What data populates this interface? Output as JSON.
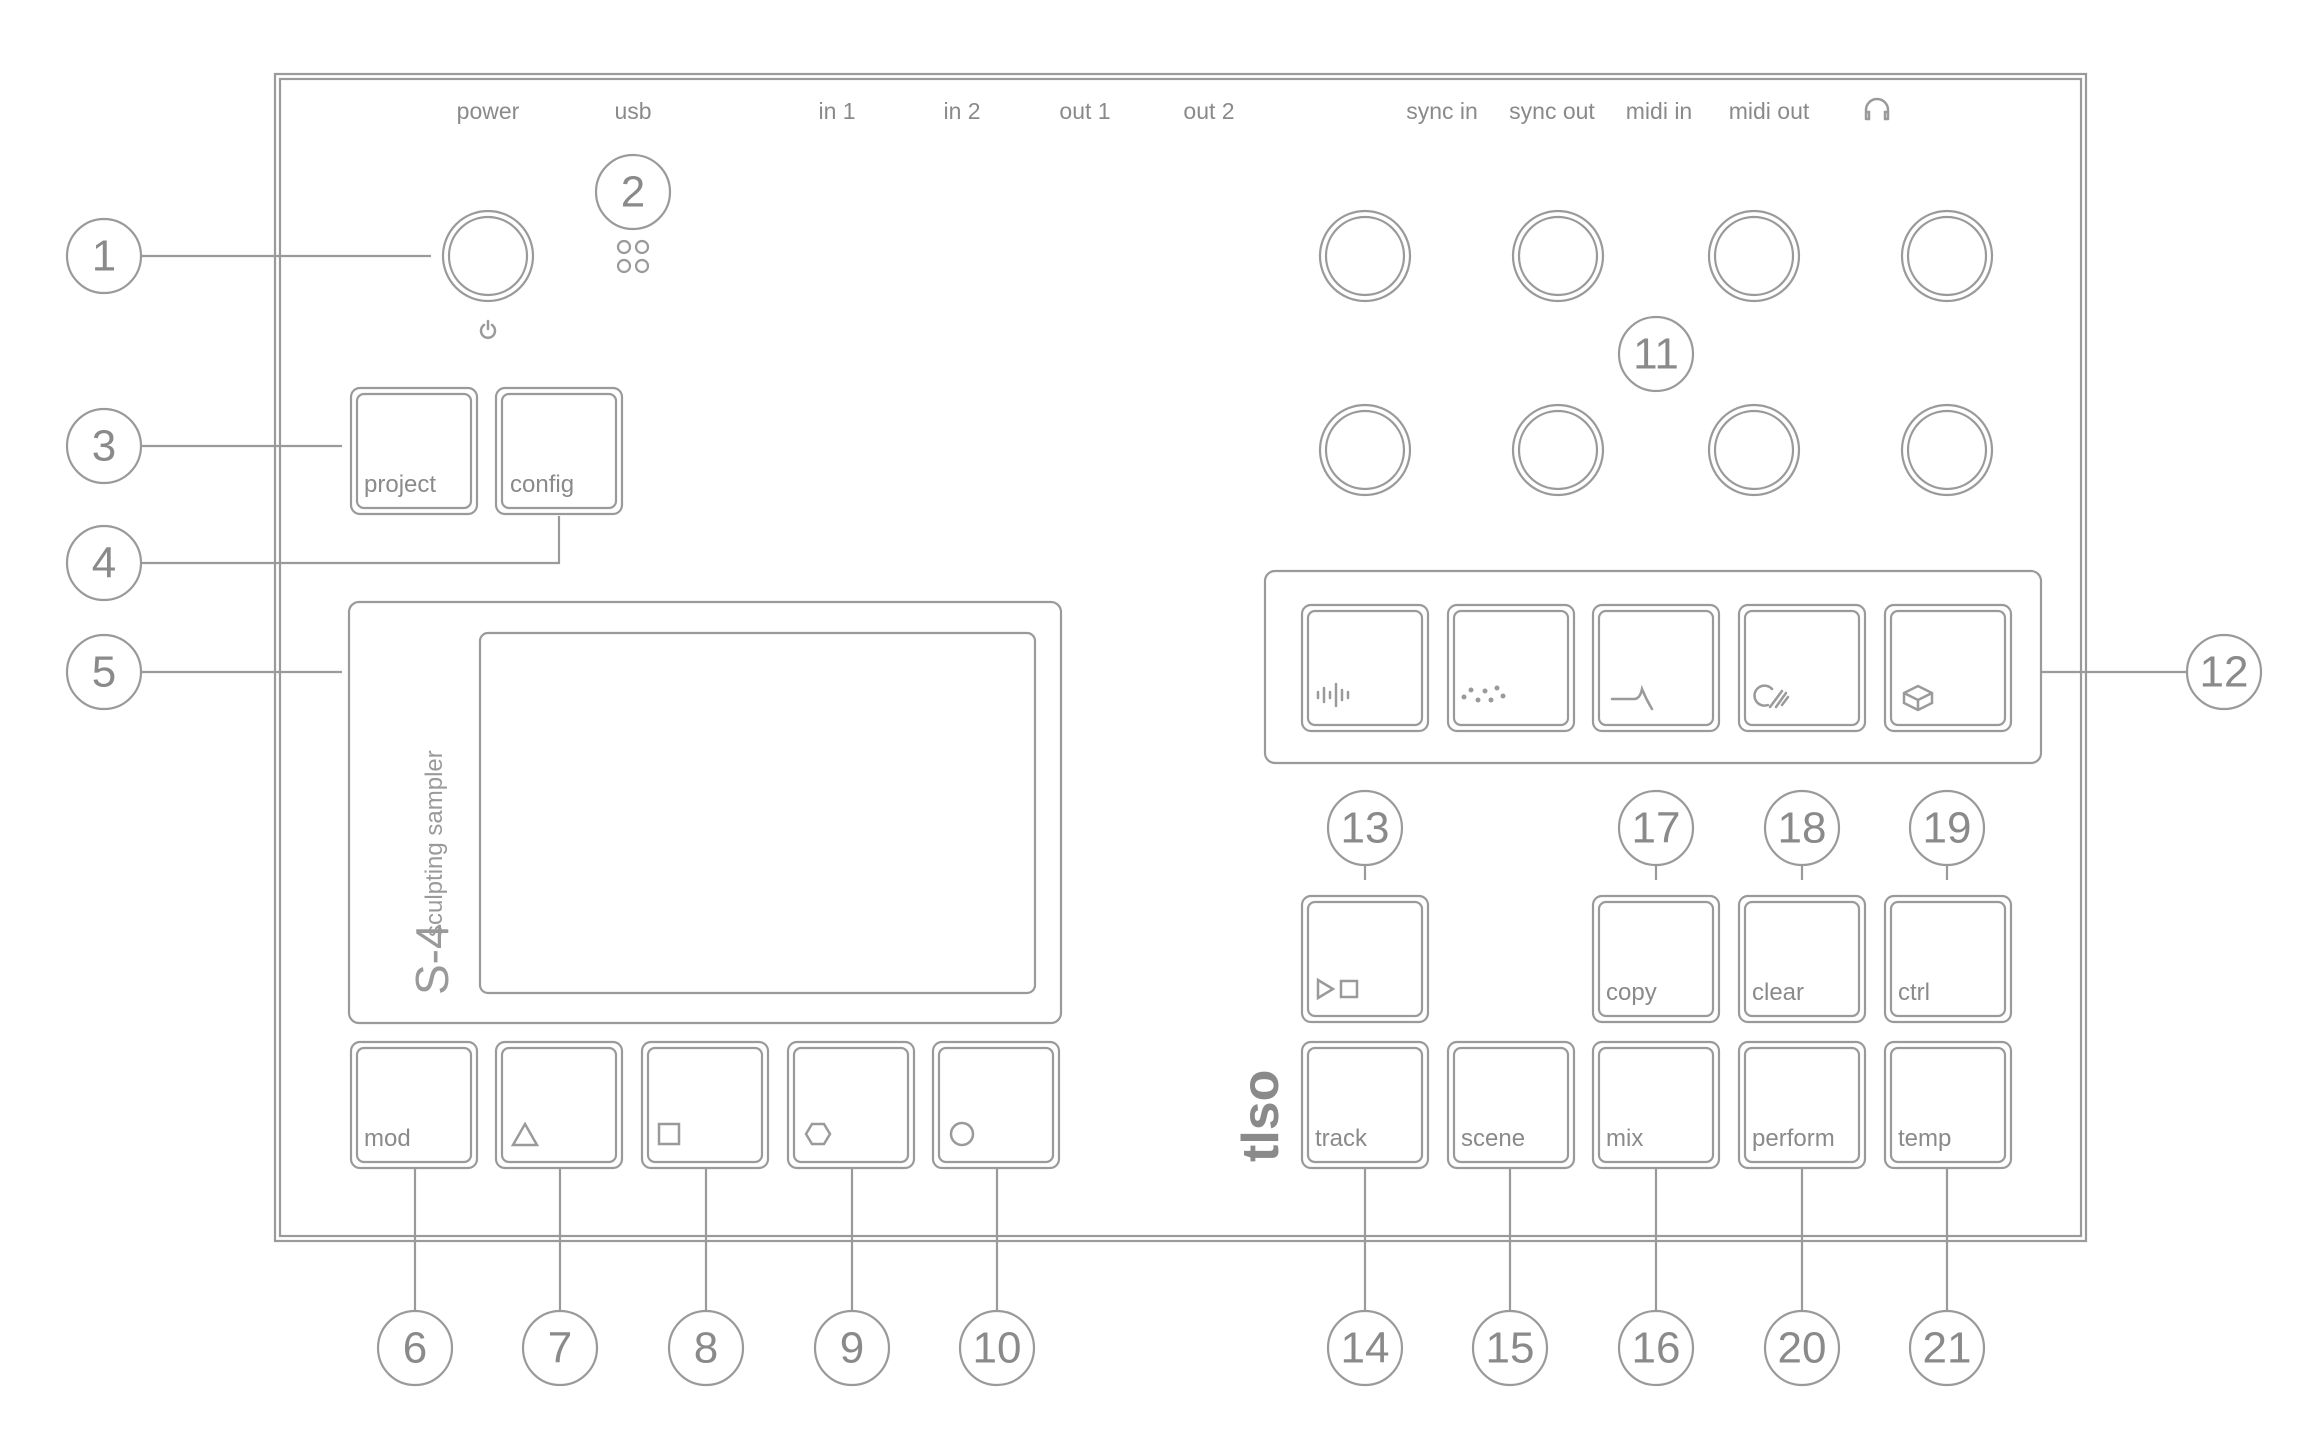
{
  "ports": [
    "power",
    "usb",
    "in 1",
    "in 2",
    "out 1",
    "out 2",
    "sync in",
    "sync out",
    "midi in",
    "midi out"
  ],
  "headphone_icon": "headphone-icon",
  "buttons": {
    "project": "project",
    "config": "config",
    "mod": "mod",
    "copy": "copy",
    "clear": "clear",
    "ctrl": "ctrl",
    "track": "track",
    "scene": "scene",
    "mix": "mix",
    "perform": "perform",
    "temp": "temp"
  },
  "screen": {
    "model": "S-4",
    "subtitle": "sculpting sampler"
  },
  "logo": "tlso",
  "callouts": [
    "1",
    "2",
    "3",
    "4",
    "5",
    "6",
    "7",
    "8",
    "9",
    "10",
    "11",
    "12",
    "13",
    "14",
    "15",
    "16",
    "17",
    "18",
    "19",
    "20",
    "21"
  ],
  "colors": {
    "line": "#9a9a9a",
    "text": "#8a8a8a"
  }
}
